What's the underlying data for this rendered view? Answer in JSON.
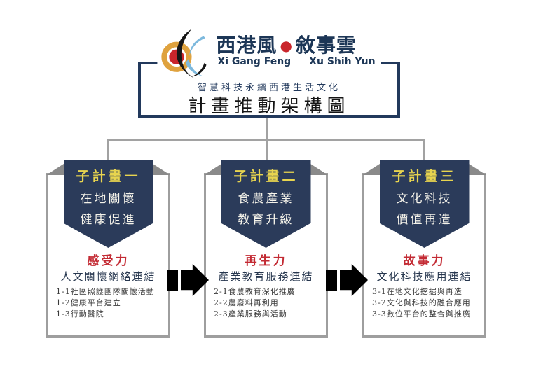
{
  "header": {
    "logo": {
      "brand_zh_left": "西港風",
      "brand_dot": "●",
      "brand_zh_right": "敘事雲",
      "brand_en_left": "Xi Gang Feng",
      "brand_en_right": "Xu Shih Yun"
    },
    "subtitle": "智慧科技永續西港生活文化",
    "title": "計畫推動架構圖"
  },
  "plans": [
    {
      "banner_title": "子計畫一",
      "banner_line1": "在地關懷",
      "banner_line2": "健康促進",
      "power": "感受力",
      "heading": "人文關懷網絡連結",
      "items": {
        "0": "1-1社區照護團隊關懷活動",
        "1": "1-2健康平台建立",
        "2": "1-3行動醫院"
      }
    },
    {
      "banner_title": "子計畫二",
      "banner_line1": "食農產業",
      "banner_line2": "教育升級",
      "power": "再生力",
      "heading": "產業教育服務連結",
      "items": {
        "0": "2-1食農教育深化推廣",
        "1": "2-2農廢料再利用",
        "2": "2-3產業服務與活動"
      }
    },
    {
      "banner_title": "子計畫三",
      "banner_line1": "文化科技",
      "banner_line2": "價值再造",
      "power": "故事力",
      "heading": "文化科技應用連結",
      "items": {
        "0": "3-1在地文化挖掘與再造",
        "1": "3-2文化與科技的融合應用",
        "2": "3-3數位平台的整合與推廣"
      }
    }
  ],
  "colors": {
    "navy": "#2b3b5a",
    "header_border_navy": "#22395c",
    "gold": "#e8d44f",
    "red": "#c32a33",
    "card_border_gray": "#9e9e9e",
    "fold_gray": "#8a8a8a",
    "connector_gray": "#a2a2a2",
    "arrow_black": "#000000",
    "logo_red": "#c9252b",
    "logo_orange": "#dfa23e",
    "logo_blue": "#7db9dd",
    "logo_black": "#161616"
  }
}
